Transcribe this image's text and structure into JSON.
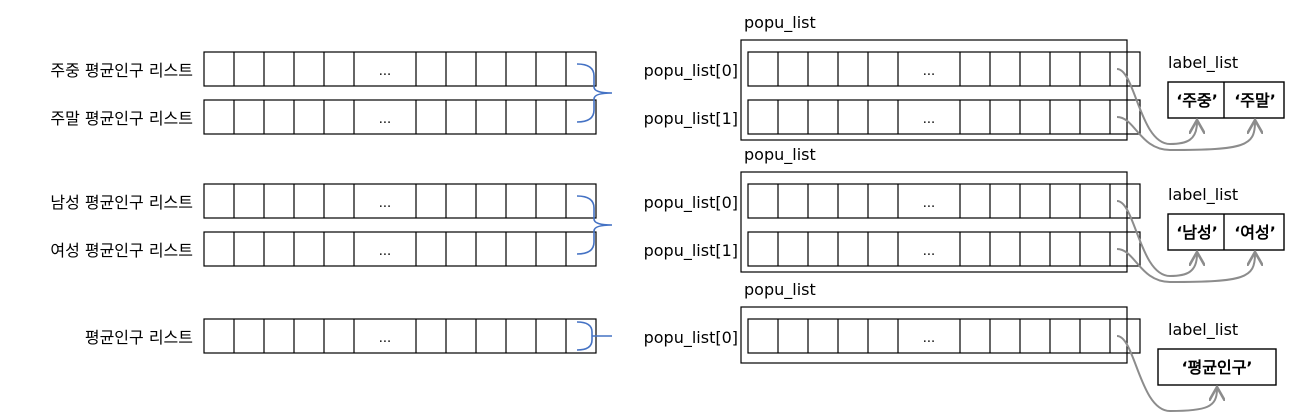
{
  "groups": [
    {
      "left_rows": [
        {
          "label": "주중 평균인구 리스트"
        },
        {
          "label": "주말 평균인구 리스트"
        }
      ],
      "popu_title": "popu_list",
      "popu_rows": [
        "popu_list[0]",
        "popu_list[1]"
      ],
      "label_title": "label_list",
      "label_items": [
        "‘주중’",
        "‘주말’"
      ]
    },
    {
      "left_rows": [
        {
          "label": "남성 평균인구 리스트"
        },
        {
          "label": "여성 평균인구 리스트"
        }
      ],
      "popu_title": "popu_list",
      "popu_rows": [
        "popu_list[0]",
        "popu_list[1]"
      ],
      "label_title": "label_list",
      "label_items": [
        "‘남성’",
        "‘여성’"
      ]
    },
    {
      "left_rows": [
        {
          "label": "평균인구 리스트"
        }
      ],
      "popu_title": "popu_list",
      "popu_rows": [
        "popu_list[0]"
      ],
      "label_title": "label_list",
      "label_items": [
        "‘평균인구’"
      ]
    }
  ],
  "ellipsis": "...",
  "colors": {
    "bracket": "#4472c4",
    "arrow": "#8c8c8c",
    "stroke": "#000000"
  }
}
